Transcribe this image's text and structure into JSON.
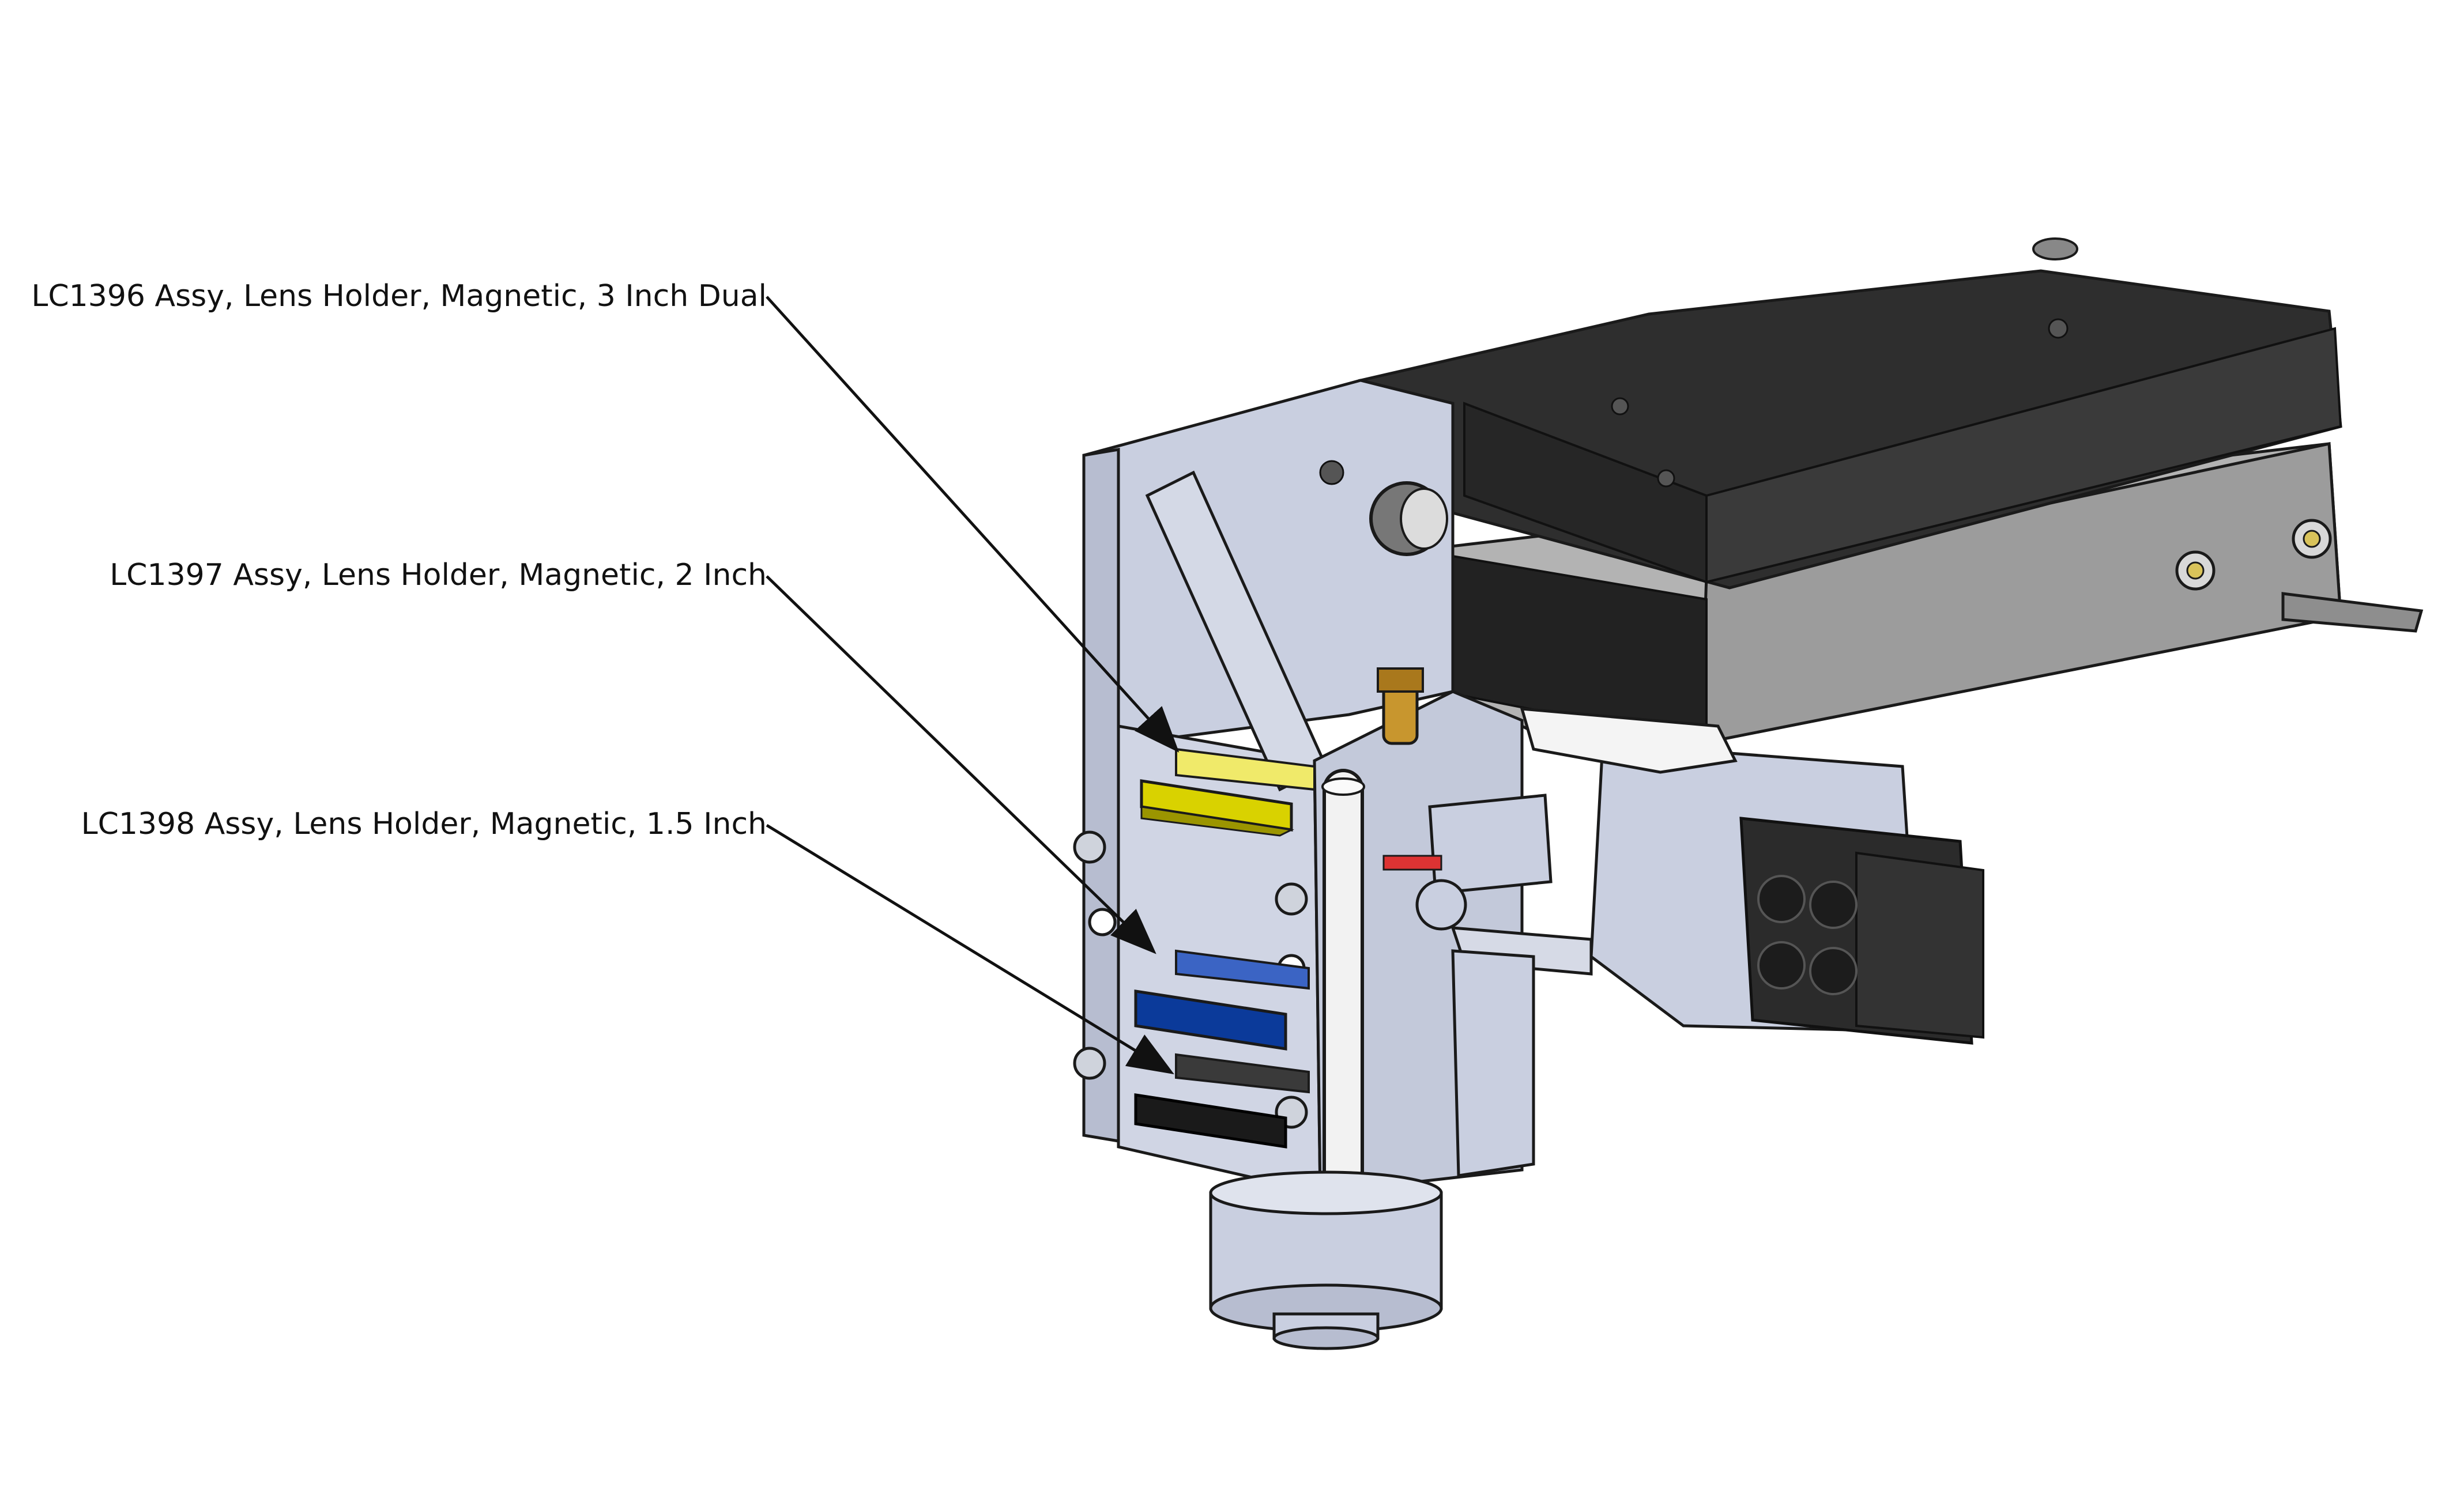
{
  "callouts": [
    {
      "part_number": "LC1396",
      "description": "Assy, Lens Holder, Magnetic, 3 Inch Dual",
      "text": "LC1396 Assy, Lens Holder, Magnetic, 3 Inch Dual",
      "holder_color": "#d9d200"
    },
    {
      "part_number": "LC1397",
      "description": "Assy, Lens Holder, Magnetic, 2 Inch",
      "text": "LC1397 Assy, Lens Holder, Magnetic, 2 Inch",
      "holder_color": "#0b3a9a"
    },
    {
      "part_number": "LC1398",
      "description": "Assy, Lens Holder, Magnetic, 1.5 Inch",
      "text": "LC1398 Assy, Lens Holder, Magnetic, 1.5 Inch",
      "holder_color": "#1a1a1a"
    }
  ],
  "colors": {
    "frame": "#c9cfe0",
    "frame_dark": "#9aa1b6",
    "outline": "#1a1a1a",
    "black_module": "#2b2b2b",
    "rail": "#a6a6a6",
    "brass_fitting": "#c8962e",
    "white_tube": "#f2f2f2"
  }
}
